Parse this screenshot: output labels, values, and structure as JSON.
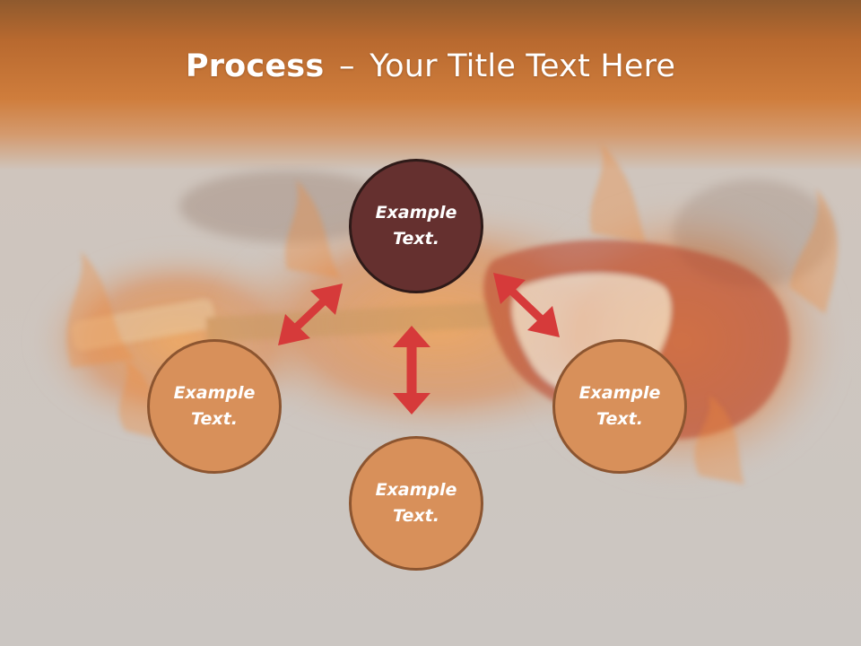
{
  "slide": {
    "title_bold": "Process",
    "title_dash": "–",
    "title_rest": "Your Title Text Here"
  },
  "nodes": [
    {
      "id": "top",
      "text": "Example\nText."
    },
    {
      "id": "left",
      "text": "Example\nText."
    },
    {
      "id": "right",
      "text": "Example\nText."
    },
    {
      "id": "bottom",
      "text": "Example\nText."
    }
  ],
  "colors": {
    "header_orange": "#cf7d3c",
    "center_node": "#65302f",
    "outer_node": "#d8905a",
    "arrow_red": "#d63a3a"
  },
  "background_image": "flaming electric guitar (faded)"
}
